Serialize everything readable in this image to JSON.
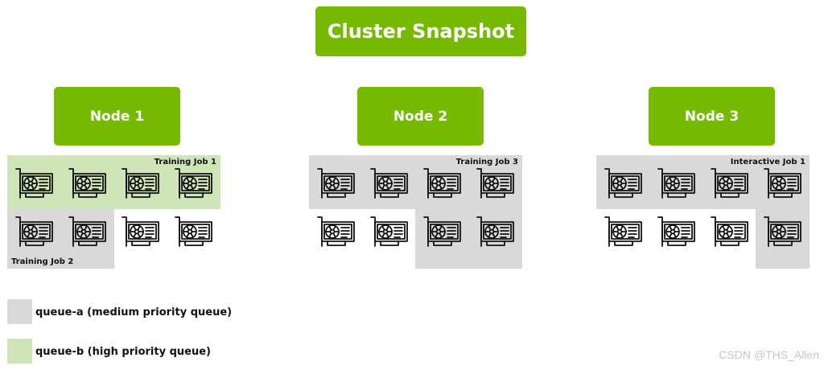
{
  "title": "Cluster Snapshot",
  "colors": {
    "node_fill": "#76b900",
    "queue_a": "#d9d9d9",
    "queue_b": "#cfe5b7",
    "icon_stroke": "#111111"
  },
  "gpu_icon": "gpu-card-icon",
  "nodes": [
    {
      "label": "Node 1",
      "gpu_count": 8,
      "jobs": [
        {
          "label": "Training Job 1",
          "queue": "queue-b",
          "gpus": [
            0,
            1,
            2,
            3
          ]
        },
        {
          "label": "Training Job 2",
          "queue": "queue-a",
          "gpus": [
            4,
            5
          ]
        }
      ]
    },
    {
      "label": "Node 2",
      "gpu_count": 8,
      "jobs": [
        {
          "label": "Training Job 3",
          "queue": "queue-a",
          "gpus": [
            0,
            1,
            2,
            3,
            6,
            7
          ]
        }
      ]
    },
    {
      "label": "Node 3",
      "gpu_count": 8,
      "jobs": [
        {
          "label": "Interactive Job 1",
          "queue": "queue-a",
          "gpus": [
            0,
            1,
            2,
            3,
            7
          ]
        }
      ]
    }
  ],
  "legend": [
    {
      "key": "queue-a",
      "label": "queue-a (medium priority queue)"
    },
    {
      "key": "queue-b",
      "label": "queue-b (high priority queue)"
    }
  ],
  "watermark": "CSDN @THS_Allen"
}
